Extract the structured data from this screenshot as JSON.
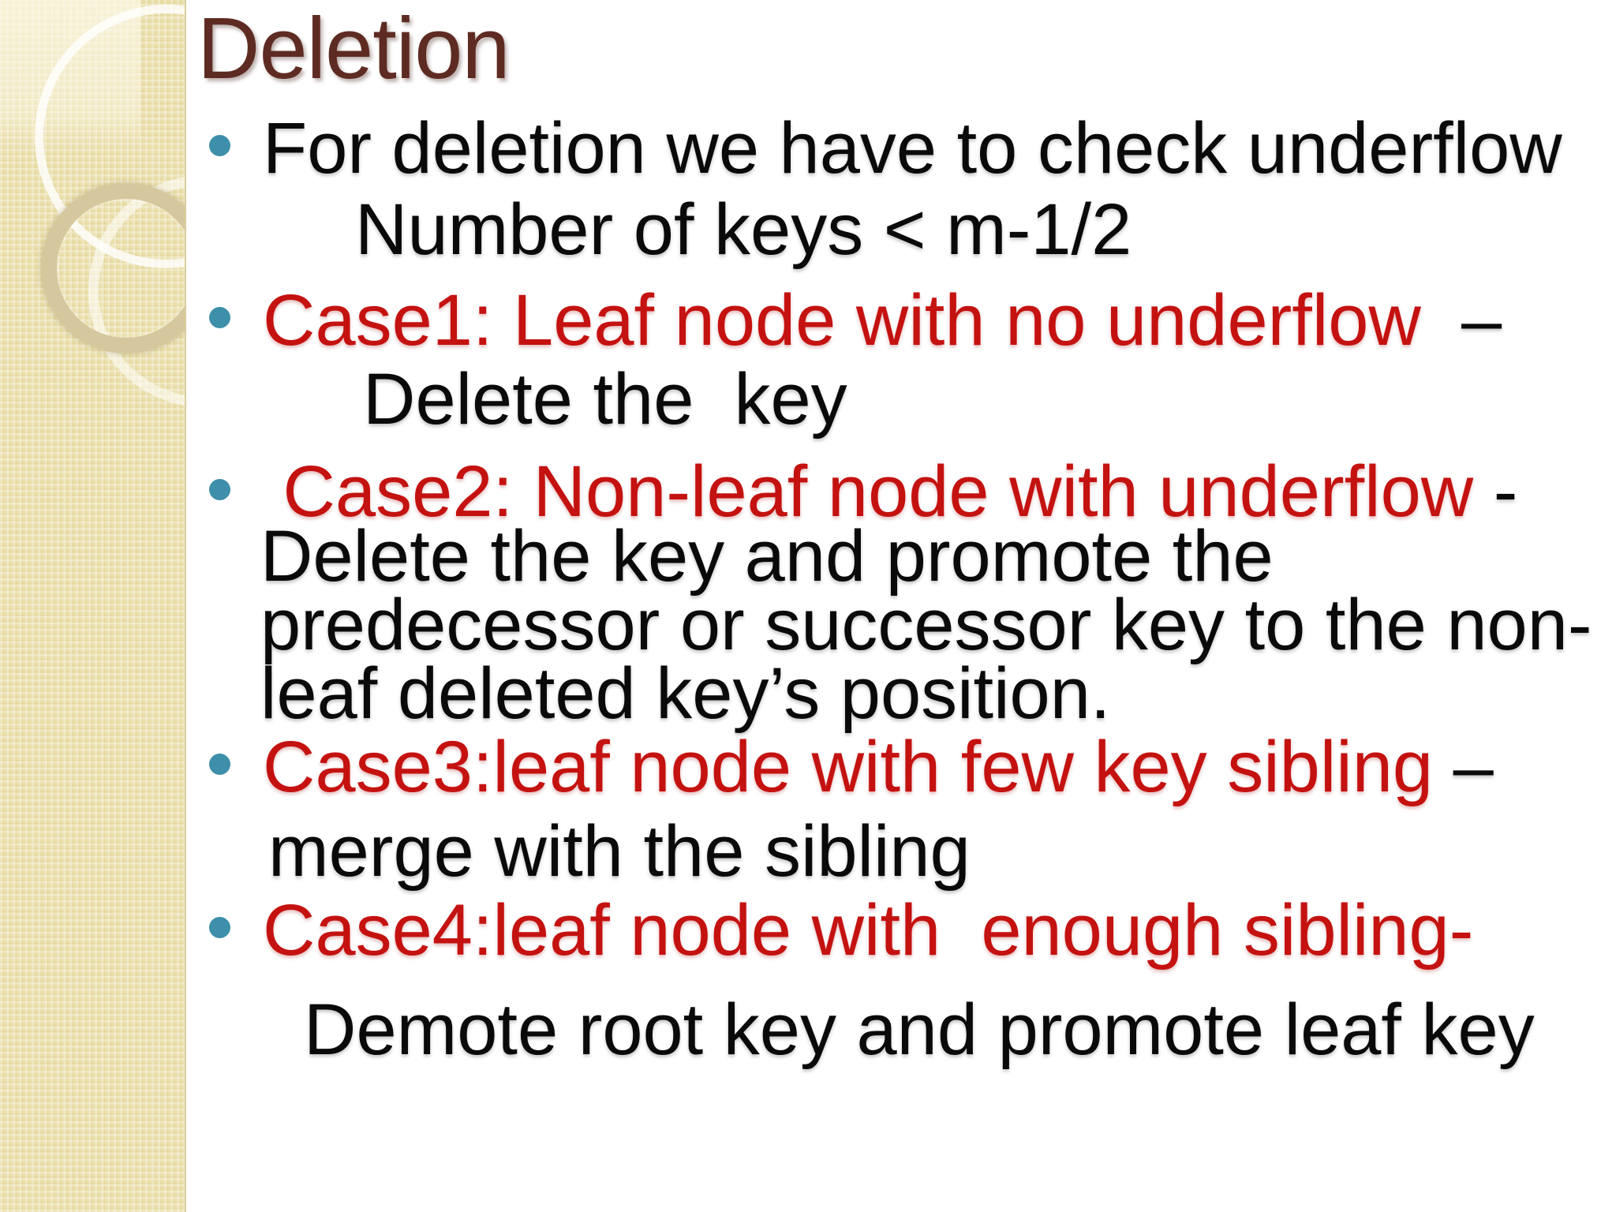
{
  "slide": {
    "title": "Deletion",
    "colors": {
      "title": "#5E2B22",
      "red": "#C41210",
      "text": "#0A0A0A",
      "bullet": "#3E8FA9",
      "sidebar_base": "#EADFA9",
      "sidebar_ring": "#D6C89E",
      "background": "#FFFFFF"
    },
    "bullets": [
      {
        "main": "For deletion we have to check underflow",
        "style": "black",
        "sub": "Number of keys < m-1/2"
      },
      {
        "main": "Case1: Leaf node with no underflow",
        "style": "red",
        "dash": "  –",
        "sub": "Delete the  key"
      },
      {
        "main": " Case2: Non-leaf node with underflow",
        "style": "red",
        "dash": " -",
        "desc_lines": [
          "Delete the key and promote the",
          "predecessor or successor key to the non-",
          "leaf deleted key’s position."
        ]
      },
      {
        "main": "Case3:leaf node with few key sibling",
        "style": "red",
        "dash": " –",
        "sub": "merge with the sibling"
      },
      {
        "main": "Case4:leaf node with  enough sibling-",
        "style": "red",
        "sub": "Demote root key and promote leaf key"
      }
    ]
  }
}
